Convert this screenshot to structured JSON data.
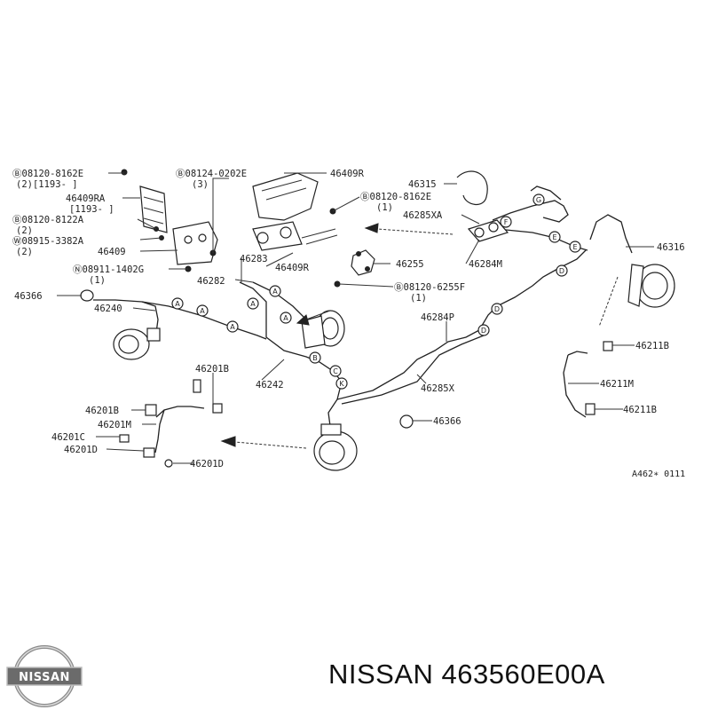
{
  "diagram": {
    "reference_code": "A462∗ 0111",
    "labels": {
      "l1": "Ⓑ08120-8162E",
      "l1b": "(2)[1193-    ]",
      "l2": "46409RA",
      "l2b": "[1193-    ]",
      "l3": "Ⓑ08120-8122A",
      "l3b": "(2)",
      "l4": "Ⓦ08915-3382A",
      "l4b": "(2)",
      "l5": "46409",
      "l6": "Ⓝ08911-1402G",
      "l6b": "(1)",
      "l7": "46366",
      "l8": "46240",
      "l9": "Ⓑ08124-0202E",
      "l9b": "(3)",
      "l10": "46409R",
      "l11": "Ⓑ08120-8162E",
      "l11b": "(1)",
      "l12": "46315",
      "l13": "46285XA",
      "l14": "46316",
      "l15": "46283",
      "l16": "46409R",
      "l17": "46282",
      "l18": "46255",
      "l19": "46284M",
      "l20": "Ⓑ08120-6255F",
      "l20b": "(1)",
      "l21": "46284P",
      "l22": "46242",
      "l23": "46285X",
      "l24": "46366",
      "l25": "46201B",
      "l26": "46201B",
      "l27": "46201M",
      "l28": "46201C",
      "l29": "46201D",
      "l30": "46201D",
      "l31": "46211B",
      "l32": "46211M",
      "l33": "46211B"
    },
    "circle_letters": [
      "A",
      "A",
      "A",
      "A",
      "A",
      "A",
      "B",
      "C",
      "K",
      "D",
      "D",
      "D",
      "E",
      "E",
      "F",
      "G"
    ]
  },
  "logo": {
    "text": "NISSAN"
  },
  "caption": {
    "text": "NISSAN 463560E00A"
  }
}
